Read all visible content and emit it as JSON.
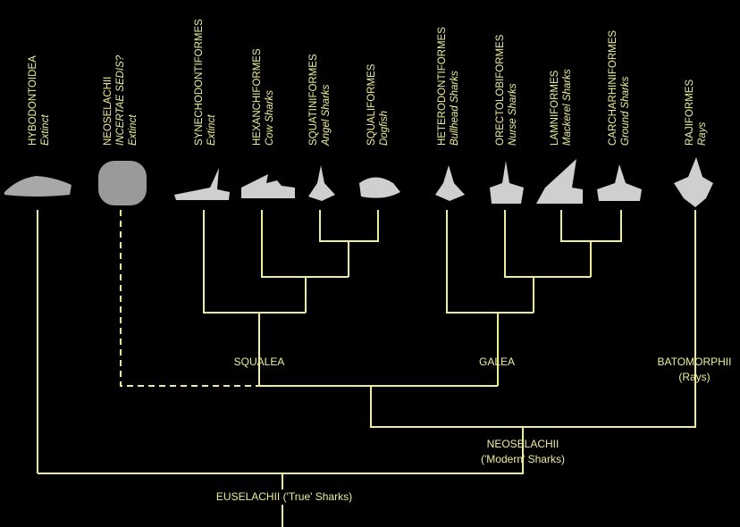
{
  "taxa": [
    {
      "name": "HYBODONTOIDEA",
      "sub": [
        "Extinct"
      ]
    },
    {
      "name": "NEOSELACHII",
      "sub": [
        "INCERTAE SEDIS?",
        "Extinct"
      ]
    },
    {
      "name": "SYNECHODONTIFORMES",
      "sub": [
        "Extinct"
      ]
    },
    {
      "name": "HEXANCHIFORMES",
      "sub": [
        "Cow Sharks"
      ]
    },
    {
      "name": "SQUATINIFORMES",
      "sub": [
        "Angel Sharks"
      ]
    },
    {
      "name": "SQUALIFORMES",
      "sub": [
        "Dogfish"
      ]
    },
    {
      "name": "HETERODONTIFORMES",
      "sub": [
        "Bullhead Sharks"
      ]
    },
    {
      "name": "ORECTOLOBIFORMES",
      "sub": [
        "Nurse Sharks"
      ]
    },
    {
      "name": "LAMNIFORMES",
      "sub": [
        "Mackerel Sharks"
      ]
    },
    {
      "name": "CARCHARHINIFORMES",
      "sub": [
        "Ground Sharks"
      ]
    },
    {
      "name": "RAJIFORMES",
      "sub": [
        "Rays"
      ]
    }
  ],
  "clades": {
    "squalea": "SQUALEA",
    "galea": "GALEA",
    "batomorphii": "BATOMORPHII",
    "batomorphii_sub": "(Rays)",
    "neoselachii": "NEOSELACHII",
    "neoselachii_sub": "('Modern' Sharks)",
    "euselachii": "EUSELACHII ('True' Sharks)"
  },
  "colors": {
    "line": "#eeee9a",
    "background": "#000000",
    "tooth": "#d8d8d8"
  }
}
